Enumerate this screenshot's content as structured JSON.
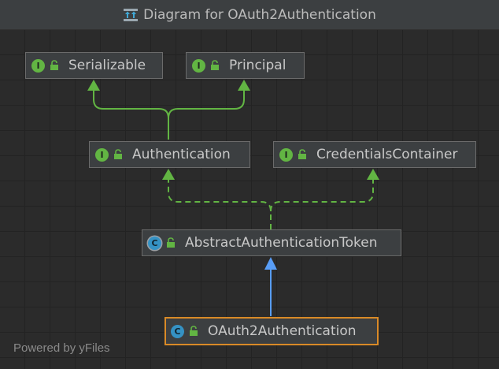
{
  "window": {
    "title": "Diagram for OAuth2Authentication",
    "title_icon": "uml-diagram-icon"
  },
  "colors": {
    "interface_badge": "#62b543",
    "class_badge": "#3592c4",
    "extends_edge": "#62b543",
    "implements_edge": "#589df6",
    "selected_border": "#d98a27"
  },
  "nodes": {
    "serializable": {
      "kind_letter": "I",
      "label": "Serializable",
      "kind": "interface"
    },
    "principal": {
      "kind_letter": "I",
      "label": "Principal",
      "kind": "interface"
    },
    "authentication": {
      "kind_letter": "I",
      "label": "Authentication",
      "kind": "interface"
    },
    "credentials_container": {
      "kind_letter": "I",
      "label": "CredentialsContainer",
      "kind": "interface"
    },
    "abstract_authentication_token": {
      "kind_letter": "C",
      "label": "AbstractAuthenticationToken",
      "kind": "abstract-class"
    },
    "oauth2_authentication": {
      "kind_letter": "C",
      "label": "OAuth2Authentication",
      "kind": "class",
      "selected": true
    }
  },
  "watermark": "Powered by yFiles"
}
